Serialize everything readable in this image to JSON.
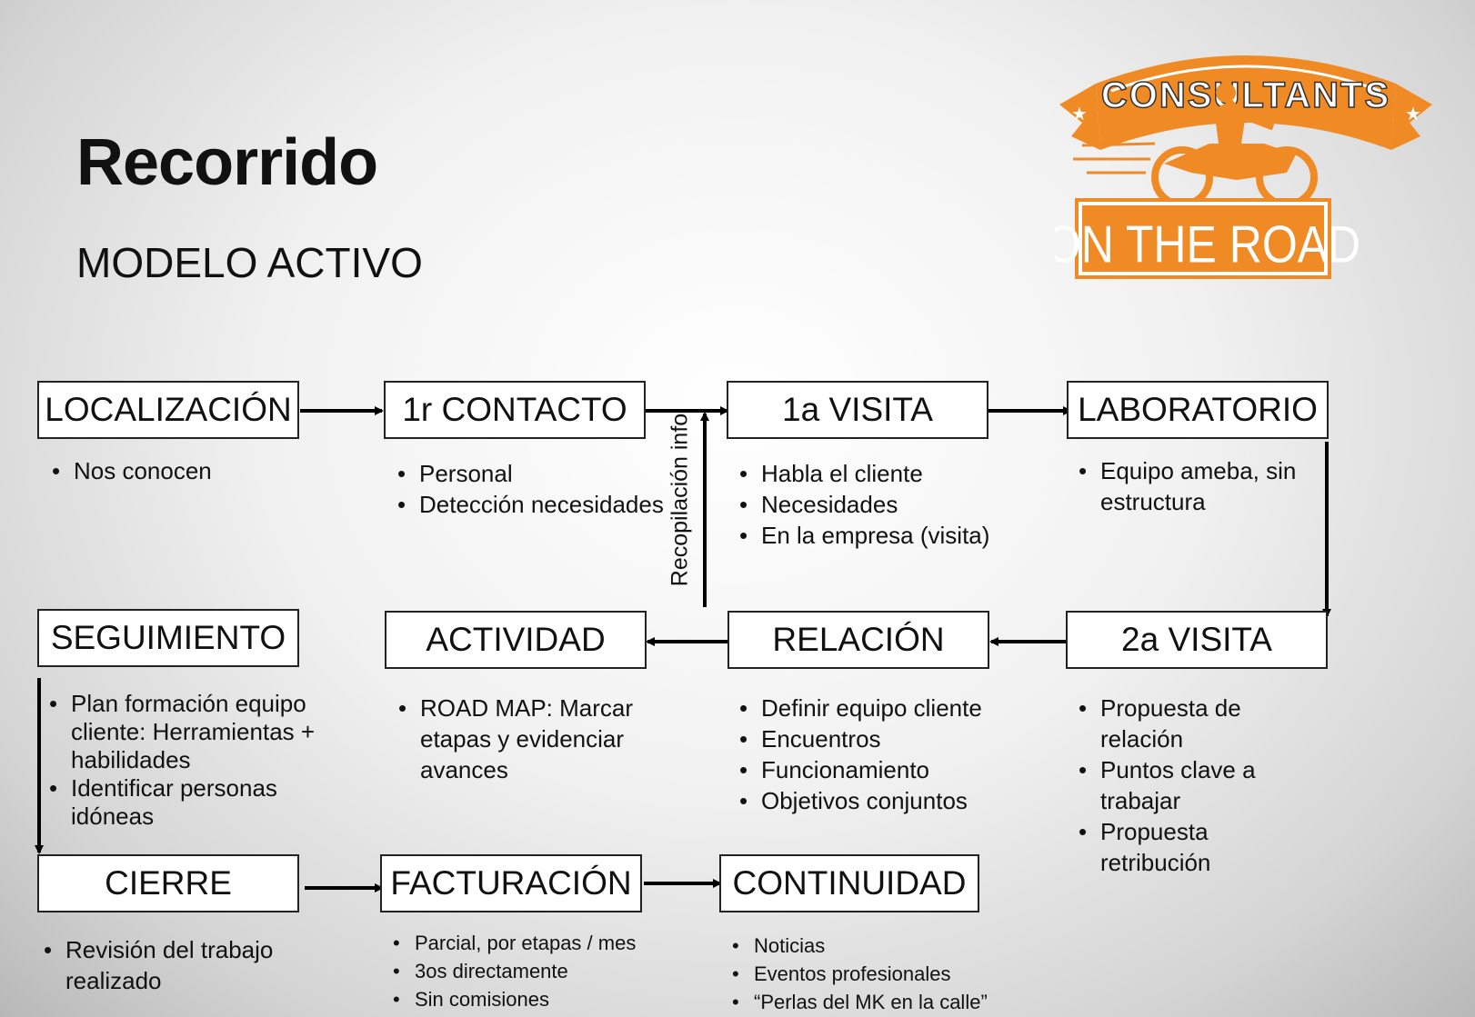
{
  "header": {
    "title": "Recorrido",
    "subtitle": "MODELO ACTIVO"
  },
  "logo": {
    "top_text": "CONSULTANTS",
    "bottom_text": "ON THE ROAD",
    "accent": "#f08a24"
  },
  "steps": {
    "localizacion": {
      "label": "LOCALIZACIÓN",
      "bullets": [
        "Nos conocen"
      ]
    },
    "contacto": {
      "label": "1r CONTACTO",
      "bullets": [
        "Personal",
        "Detección necesidades"
      ]
    },
    "visita1": {
      "label": "1a VISITA",
      "bullets": [
        "Habla el cliente",
        "Necesidades",
        "En la empresa (visita)"
      ]
    },
    "laboratorio": {
      "label": "LABORATORIO",
      "bullets": [
        "Equipo ameba, sin estructura"
      ]
    },
    "seguimiento": {
      "label": "SEGUIMIENTO",
      "bullets": [
        "Plan formación equipo cliente: Herramientas + habilidades",
        "Identificar personas idóneas"
      ]
    },
    "actividad": {
      "label": "ACTIVIDAD",
      "bullets": [
        "ROAD MAP: Marcar etapas y evidenciar avances"
      ]
    },
    "relacion": {
      "label": "RELACIÓN",
      "bullets": [
        "Definir equipo cliente",
        "Encuentros",
        "Funcionamiento",
        "Objetivos conjuntos"
      ]
    },
    "visita2": {
      "label": "2a VISITA",
      "bullets": [
        "Propuesta de relación",
        "Puntos clave a trabajar",
        "Propuesta retribución"
      ]
    },
    "cierre": {
      "label": "CIERRE",
      "bullets": [
        "Revisión del trabajo realizado"
      ]
    },
    "facturacion": {
      "label": "FACTURACIÓN",
      "bullets": [
        "Parcial, por etapas / mes",
        "3os directamente",
        "Sin comisiones"
      ]
    },
    "continuidad": {
      "label": "CONTINUIDAD",
      "bullets": [
        "Noticias",
        "Eventos profesionales",
        "“Perlas del MK en la calle”"
      ]
    }
  },
  "feedback_label": "Recopilación info"
}
